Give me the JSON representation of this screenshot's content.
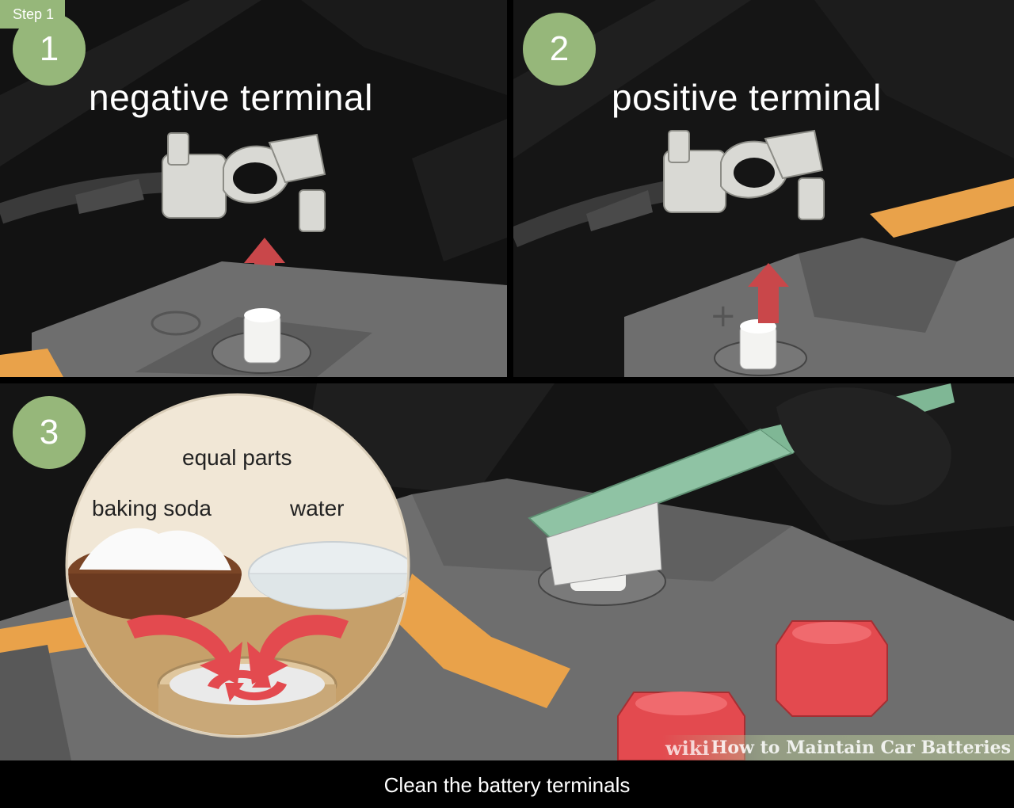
{
  "step_tag": "Step 1",
  "panels": [
    {
      "number": "1",
      "label": "negative terminal"
    },
    {
      "number": "2",
      "label": "positive terminal"
    },
    {
      "number": "3",
      "mix": {
        "heading": "equal parts",
        "left": "baking soda",
        "right": "water"
      }
    }
  ],
  "watermark": {
    "brand": "wiki",
    "title": "How to Maintain Car Batteries"
  },
  "caption": "Clean the battery terminals",
  "colors": {
    "badge": "#96b77a",
    "arrow": "#c9474a",
    "battery_gray": "#6e6e6e",
    "accent_orange": "#e9a24a",
    "cap_red": "#e34a4f",
    "brush_green": "#8fc3a4"
  }
}
